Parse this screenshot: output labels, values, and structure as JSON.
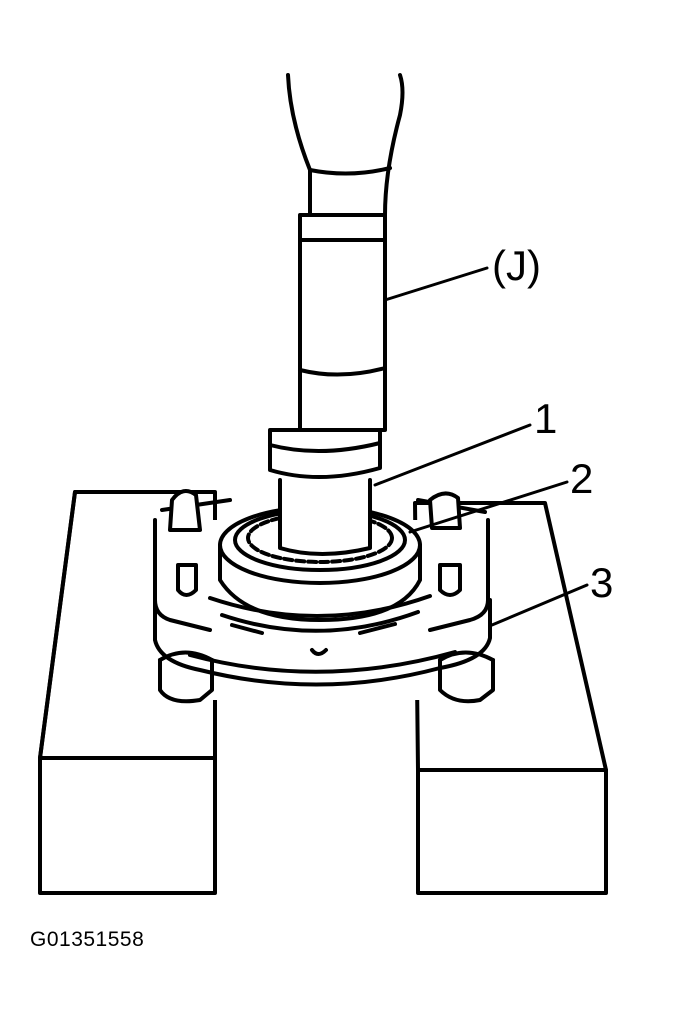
{
  "callouts": {
    "tool_j": "(J)",
    "part_1": "1",
    "part_2": "2",
    "part_3": "3"
  },
  "figure_id": "G01351558",
  "colors": {
    "ink": "#000000",
    "paper": "#ffffff"
  }
}
